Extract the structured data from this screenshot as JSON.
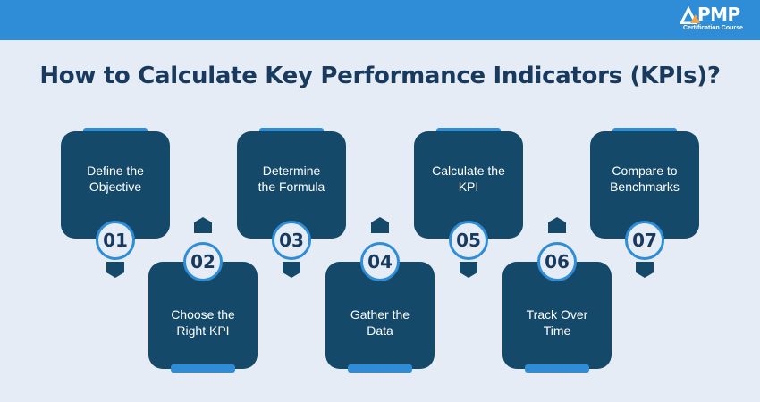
{
  "header": {
    "logo_text": "PMP",
    "logo_subtitle": "Certification Course",
    "brand_color": "#2e8dd6"
  },
  "title": "How to Calculate Key Performance Indicators (KPIs)?",
  "steps": [
    {
      "number": "01",
      "line1": "Define the",
      "line2": "Objective"
    },
    {
      "number": "02",
      "line1": "Choose the",
      "line2": "Right KPI"
    },
    {
      "number": "03",
      "line1": "Determine",
      "line2": "the Formula"
    },
    {
      "number": "04",
      "line1": "Gather the",
      "line2": "Data"
    },
    {
      "number": "05",
      "line1": "Calculate the",
      "line2": "KPI"
    },
    {
      "number": "06",
      "line1": "Track Over",
      "line2": "Time"
    },
    {
      "number": "07",
      "line1": "Compare to",
      "line2": "Benchmarks"
    }
  ],
  "colors": {
    "card": "#154969",
    "accent": "#2e8dd6",
    "background": "#e5ecf6",
    "title": "#183a5e"
  }
}
